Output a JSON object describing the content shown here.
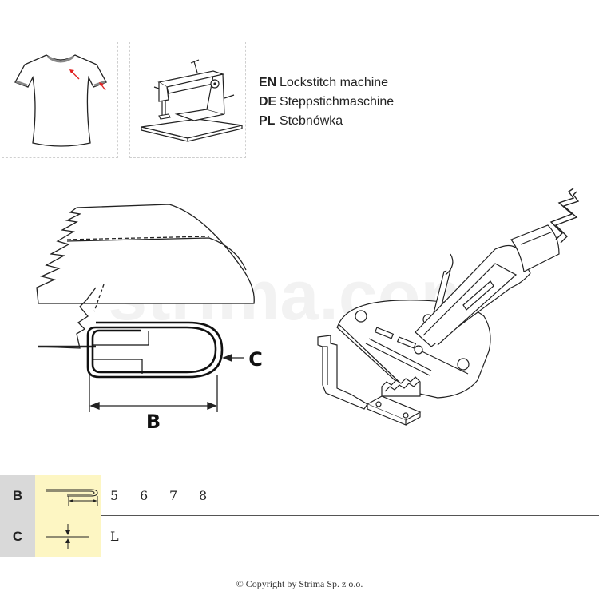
{
  "machine_types": [
    {
      "code": "EN",
      "name": "Lockstitch machine"
    },
    {
      "code": "DE",
      "name": "Steppstichmaschine"
    },
    {
      "code": "PL",
      "name": "Stebnówka"
    }
  ],
  "diagram": {
    "dimension_b_label": "B",
    "dimension_c_label": "C",
    "watermark": "strima.com"
  },
  "spec_table": {
    "rows": [
      {
        "letter": "B",
        "values": [
          "5",
          "6",
          "7",
          "8"
        ]
      },
      {
        "letter": "C",
        "values": [
          "L"
        ]
      }
    ]
  },
  "footer": {
    "copyright": "© Copyright by Strima Sp. z o.o."
  },
  "colors": {
    "arrow_red": "#e02020",
    "cell_gray": "#d9d9d9",
    "cell_yellow": "#fdf6c3"
  }
}
